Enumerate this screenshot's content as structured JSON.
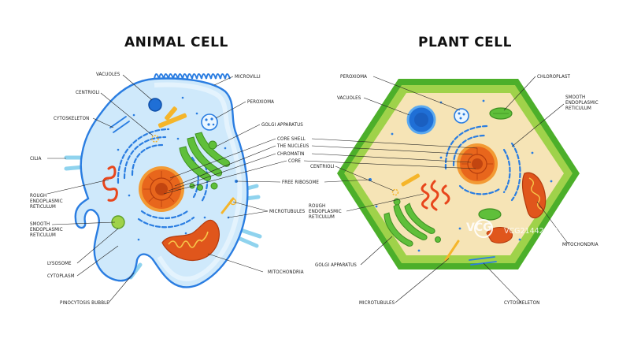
{
  "titles": {
    "animal": "ANIMAL CELL",
    "plant": "PLANT CELL"
  },
  "animal_labels": {
    "vacuoles": "VACUOLES",
    "centrioli": "CENTRIOLI",
    "cytoskeleton": "CYTOSKELETON",
    "cilia": "CILIA",
    "rough_er": "ROUGH\nENDOPLASMIC\nRETICULUM",
    "smooth_er": "SMOOTH\nENDOPLASMIC\nRETICULUM",
    "lysosome": "LYSOSOME",
    "cytoplasm": "CYTOPLASM",
    "pinocytosis": "PINOCYTOSIS BUBBLE",
    "microvilli": "MICROVILLI",
    "peroxioma": "PEROXIOMA",
    "golgi": "GOLGI APPARATUS",
    "mitochondria": "MITOCHONDRIA"
  },
  "shared_labels": {
    "core_shell": "CORE SHELL",
    "nucleus": "THE NUCLEUS",
    "chromatin": "CHROMATIN",
    "core": "CORE",
    "free_ribosome": "FREE RIBOSOME",
    "microtubules": "MICROTUBULES"
  },
  "plant_labels": {
    "peroxioma": "PEROXIOMA",
    "vacuoles": "VACUOLES",
    "centrioli": "CENTRIOLI",
    "rough_er": "ROUGH\nENDOPLASMIC\nRETICULUM",
    "golgi": "GOLGI APPARATUS",
    "microtubules": "MICROTUBULES",
    "chloroplast": "CHLOROPLAST",
    "smooth_er": "SMOOTH\nENDOPLASMIC\nRETICULUM",
    "mitochondria": "MITOCHONDRIA",
    "cytoskeleton": "CYTOSKELETON"
  },
  "watermark": {
    "logo": "VCG",
    "text": "VCG21442995758"
  },
  "colors": {
    "animal_membrane": "#2a7de1",
    "animal_cytoplasm": "#cfe9fb",
    "plant_wall_outer": "#4caf2a",
    "plant_wall_inner": "#9fd24a",
    "plant_cytoplasm": "#f6e4b6",
    "nucleus": "#e8661c",
    "mitochondria": "#e0561c",
    "golgi": "#5fbf3a",
    "er": "#2a7de1",
    "vacuole": "#1f6fd6"
  }
}
